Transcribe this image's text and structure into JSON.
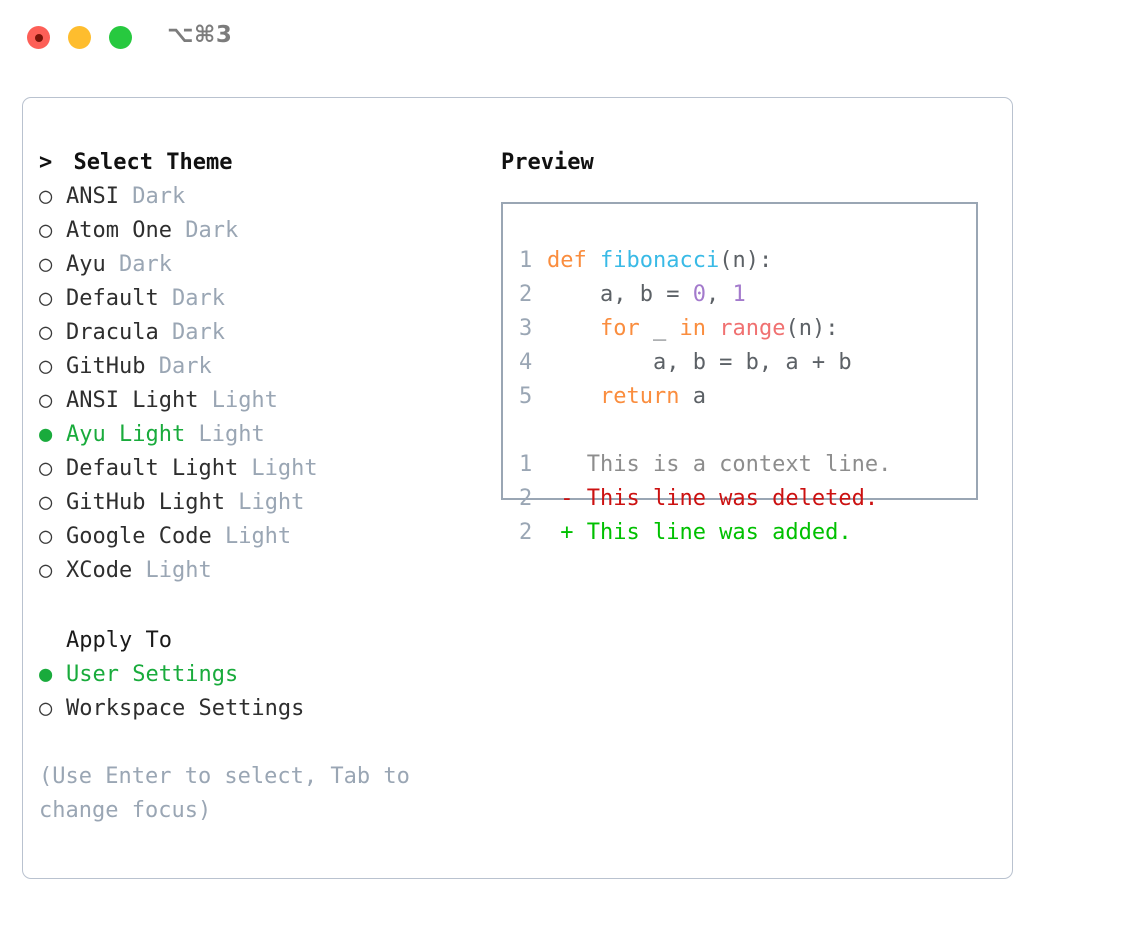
{
  "window": {
    "traffic_lights": [
      "close-red",
      "minimize-yellow",
      "maximize-green"
    ],
    "shortcut": "⌥⌘3"
  },
  "theme_picker": {
    "title": "Select Theme",
    "caret": ">",
    "marker_selected": "●",
    "marker_unselected": "○",
    "selected_theme": "Ayu Light",
    "items": [
      {
        "name": "ANSI",
        "tag": "Dark",
        "selected": false
      },
      {
        "name": "Atom One",
        "tag": "Dark",
        "selected": false
      },
      {
        "name": "Ayu",
        "tag": "Dark",
        "selected": false
      },
      {
        "name": "Default",
        "tag": "Dark",
        "selected": false
      },
      {
        "name": "Dracula",
        "tag": "Dark",
        "selected": false
      },
      {
        "name": "GitHub",
        "tag": "Dark",
        "selected": false
      },
      {
        "name": "ANSI Light",
        "tag": "Light",
        "selected": false
      },
      {
        "name": "Ayu Light",
        "tag": "Light",
        "selected": true
      },
      {
        "name": "Default Light",
        "tag": "Light",
        "selected": false
      },
      {
        "name": "GitHub Light",
        "tag": "Light",
        "selected": false
      },
      {
        "name": "Google Code",
        "tag": "Light",
        "selected": false
      },
      {
        "name": "XCode",
        "tag": "Light",
        "selected": false
      }
    ]
  },
  "apply_to": {
    "title": "Apply To",
    "selected_option": "User Settings",
    "options": [
      {
        "label": "User Settings",
        "selected": true
      },
      {
        "label": "Workspace Settings",
        "selected": false
      }
    ]
  },
  "hint": "(Use Enter to select, Tab to change focus)",
  "preview": {
    "title": "Preview",
    "code": [
      {
        "num": "1",
        "tokens": [
          {
            "t": "def",
            "c": "kw"
          },
          {
            "t": " ",
            "c": "pl"
          },
          {
            "t": "fibonacci",
            "c": "fn"
          },
          {
            "t": "(n):",
            "c": "pl"
          }
        ]
      },
      {
        "num": "2",
        "tokens": [
          {
            "t": "    a, b = ",
            "c": "pl"
          },
          {
            "t": "0",
            "c": "num"
          },
          {
            "t": ", ",
            "c": "pl"
          },
          {
            "t": "1",
            "c": "num"
          }
        ]
      },
      {
        "num": "3",
        "tokens": [
          {
            "t": "    ",
            "c": "pl"
          },
          {
            "t": "for",
            "c": "kw"
          },
          {
            "t": " _ ",
            "c": "pl"
          },
          {
            "t": "in",
            "c": "kw"
          },
          {
            "t": " ",
            "c": "pl"
          },
          {
            "t": "range",
            "c": "bi"
          },
          {
            "t": "(n):",
            "c": "pl"
          }
        ]
      },
      {
        "num": "4",
        "tokens": [
          {
            "t": "        a, b = b, a + b",
            "c": "pl"
          }
        ]
      },
      {
        "num": "5",
        "tokens": [
          {
            "t": "    ",
            "c": "pl"
          },
          {
            "t": "return",
            "c": "kw"
          },
          {
            "t": " a",
            "c": "pl"
          }
        ]
      }
    ],
    "diff": [
      {
        "num": "1",
        "sign": " ",
        "text": "This is a context line.",
        "kind": "ctx"
      },
      {
        "num": "2",
        "sign": "-",
        "text": "This line was deleted.",
        "kind": "del"
      },
      {
        "num": "2",
        "sign": "+",
        "text": "This line was added.",
        "kind": "add"
      }
    ]
  },
  "colors": {
    "accent_green": "#19ab3c",
    "muted": "#9aa6b4",
    "keyword": "#fa8d3e",
    "function": "#39bae6",
    "number": "#a37acc",
    "builtin": "#f07171",
    "plain": "#5c6166",
    "diff_added": "#00c000",
    "diff_deleted": "#cc1111",
    "border": "#b9c2cf"
  }
}
